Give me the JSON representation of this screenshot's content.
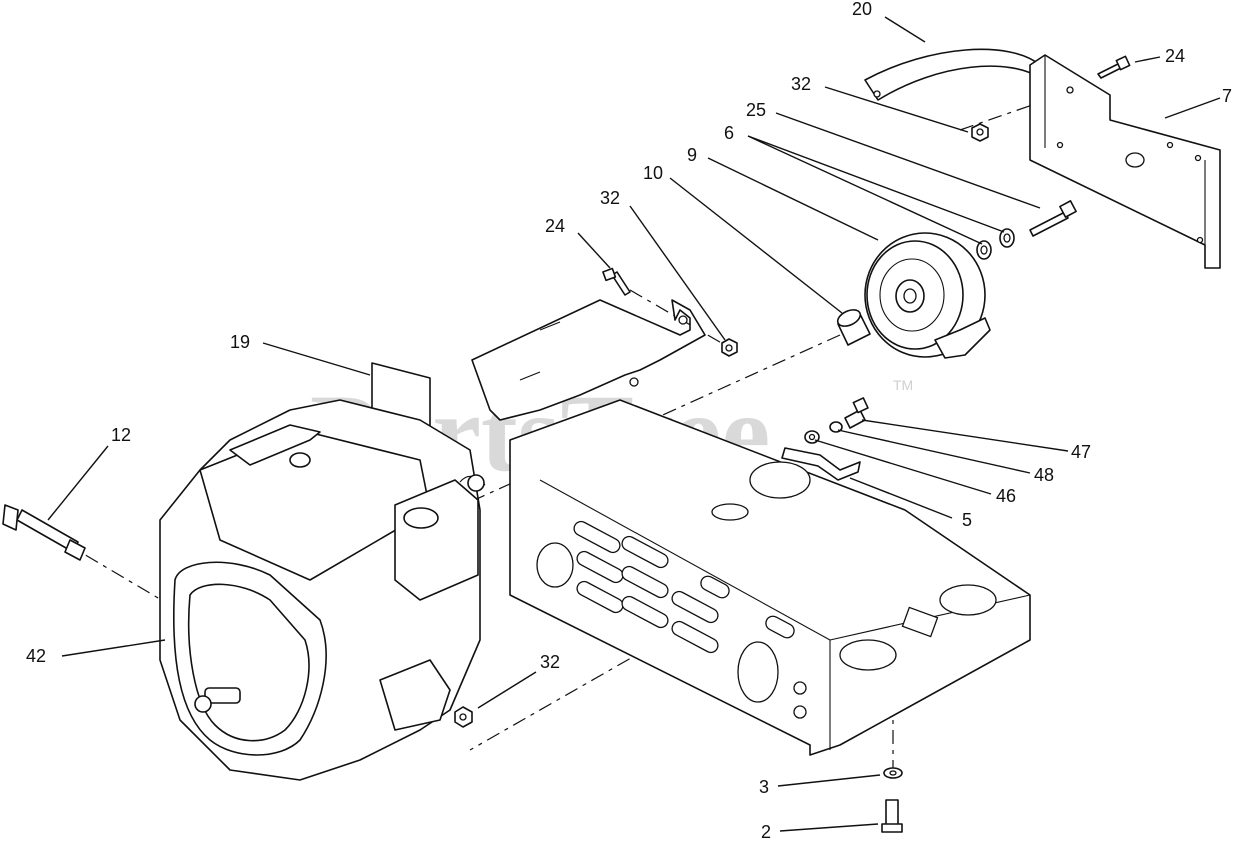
{
  "diagram": {
    "watermark": "PartsTree",
    "trademark": "TM",
    "callouts": [
      {
        "id": "c20",
        "label": "20"
      },
      {
        "id": "c24a",
        "label": "24"
      },
      {
        "id": "c7",
        "label": "7"
      },
      {
        "id": "c32a",
        "label": "32"
      },
      {
        "id": "c25",
        "label": "25"
      },
      {
        "id": "c6",
        "label": "6"
      },
      {
        "id": "c9",
        "label": "9"
      },
      {
        "id": "c10",
        "label": "10"
      },
      {
        "id": "c32b",
        "label": "32"
      },
      {
        "id": "c24b",
        "label": "24"
      },
      {
        "id": "c19",
        "label": "19"
      },
      {
        "id": "c12",
        "label": "12"
      },
      {
        "id": "c47",
        "label": "47"
      },
      {
        "id": "c48",
        "label": "48"
      },
      {
        "id": "c46",
        "label": "46"
      },
      {
        "id": "c5",
        "label": "5"
      },
      {
        "id": "c42",
        "label": "42"
      },
      {
        "id": "c32c",
        "label": "32"
      },
      {
        "id": "c3",
        "label": "3"
      },
      {
        "id": "c2",
        "label": "2"
      }
    ]
  }
}
